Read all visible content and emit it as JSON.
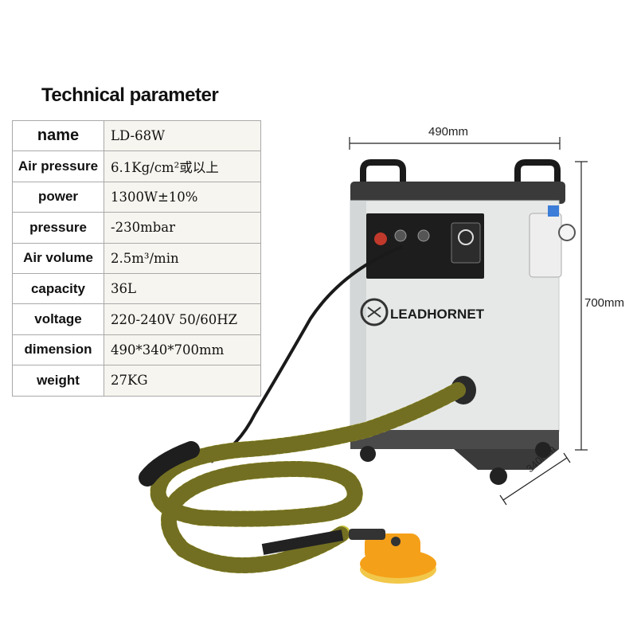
{
  "title": "Technical parameter",
  "params": [
    {
      "label": "name",
      "value": "LD-68W"
    },
    {
      "label": "Air pressure",
      "value": "6.1Kg/cm²或以上"
    },
    {
      "label": "power",
      "value": "1300W±10%"
    },
    {
      "label": "pressure",
      "value": "-230mbar"
    },
    {
      "label": "Air volume",
      "value": "2.5m³/min"
    },
    {
      "label": "capacity",
      "value": "36L"
    },
    {
      "label": "voltage",
      "value": "220-240V 50/60HZ"
    },
    {
      "label": "dimension",
      "value": "490*340*700mm"
    },
    {
      "label": "weight",
      "value": "27KG"
    }
  ],
  "dimensions": {
    "width": "490mm",
    "height": "700mm",
    "depth": "340mm"
  },
  "brand": "LEADHORNET",
  "colors": {
    "hose": "#c8c23a",
    "body": "#e8eaea",
    "panel": "#1d1d1d",
    "sander": "#f5a019"
  }
}
